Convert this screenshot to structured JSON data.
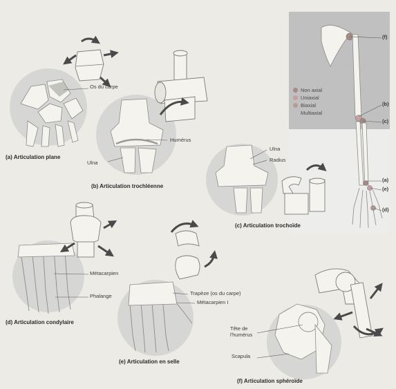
{
  "captions": {
    "a": "(a) Articulation plane",
    "b": "(b) Articulation trochléenne",
    "c": "(c) Articulation trochoïde",
    "d": "(d) Articulation condylaire",
    "e": "(e) Articulation en selle",
    "f": "(f) Articulation sphéroïde"
  },
  "labels": {
    "os_du_carpe": "Os du carpe",
    "humerus": "Humérus",
    "ulna_b": "Ulna",
    "ulna_c": "Ulna",
    "radius": "Radius",
    "metacarpien": "Métacarpien",
    "phalange": "Phalange",
    "trapeze": "Trapèze (os du carpe)",
    "metacarpien_1": "Métacarpien I",
    "tete_humerus": "Tête de l'humérus",
    "scapula": "Scapula"
  },
  "skeleton_panel": {
    "markers": [
      "(f)",
      "(b)",
      "(c)",
      "(a)",
      "(e)",
      "(d)"
    ],
    "legend": [
      {
        "label": "Non axial",
        "color": "#a58a86"
      },
      {
        "label": "Uniaxial",
        "color": "#c69fa0"
      },
      {
        "label": "Biaxial",
        "color": "#b89a96"
      },
      {
        "label": "Multiaxial",
        "color": "#b8b0ae"
      }
    ]
  },
  "colors": {
    "panel_bg": "#c0c0c0",
    "circle_bg": "#d6d6d4",
    "bone": "#f4f3ee",
    "arrow": "#4a4a4a"
  }
}
